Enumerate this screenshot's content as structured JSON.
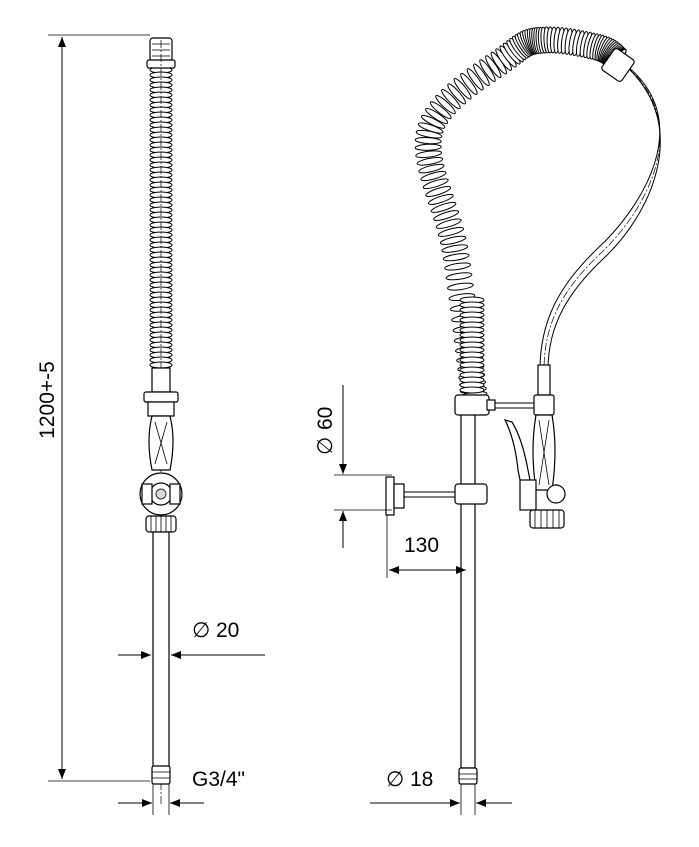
{
  "dimensions": {
    "height": "1200+-5",
    "mount_diameter": "60",
    "arm_length": "130",
    "column_diameter_front": "20",
    "thread": "G3/4\"",
    "column_diameter_side": "18"
  },
  "symbols": {
    "diameter": "∅"
  }
}
